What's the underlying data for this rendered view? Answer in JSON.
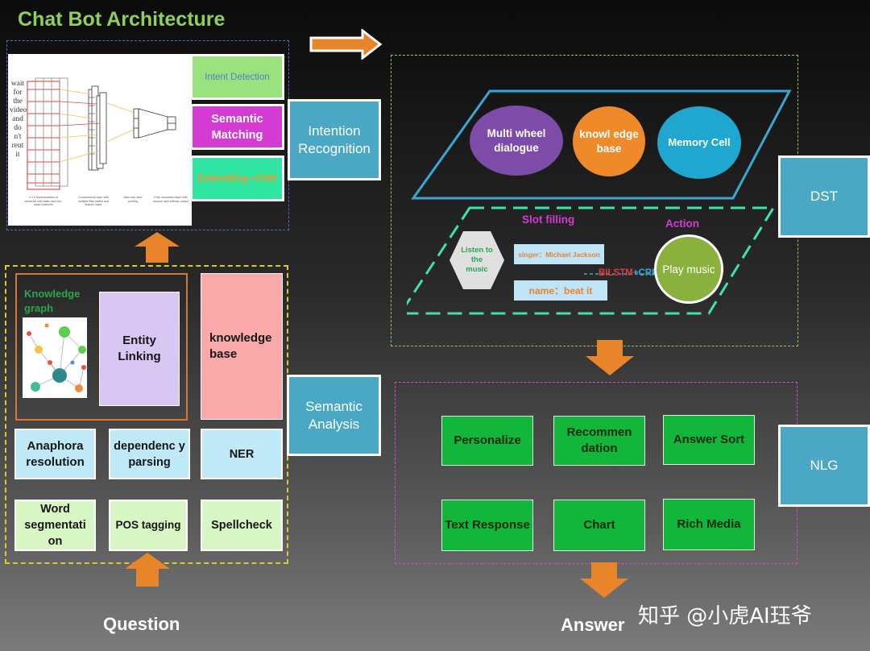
{
  "title": "Chat Bot Architecture",
  "intention": {
    "cnn_figure": {
      "words": [
        "wait",
        "for",
        "the",
        "video",
        "and",
        "do",
        "n't",
        "rent",
        "it"
      ],
      "captions": [
        "n x k representation of sentence with static and non-static channels",
        "Convolutional layer with multiple filter widths and feature maps",
        "Max-over-time pooling",
        "Fully connected layer with dropout and softmax output"
      ]
    },
    "intent_detection": "Intent Detection",
    "semantic_matching": "Semantic Matching",
    "embedding_cnn": "Embedding +CNN",
    "label": "Intention Recognition"
  },
  "semantic": {
    "knowledge_graph": "Knowledge graph",
    "entity_linking": "Entity Linking",
    "knowledge_base": "knowledge base",
    "anaphora": "Anaphora resolution",
    "dependency": "dependenc y parsing",
    "ner": "NER",
    "word_seg": "Word segmentati on",
    "pos": "POS tagging",
    "spellcheck": "Spellcheck",
    "label": "Semantic Analysis"
  },
  "dst": {
    "multi_wheel": "Multi wheel dialogue",
    "knowledge_base": "knowl edge base",
    "memory_cell": "Memory Cell",
    "slot_filling": "Slot filling",
    "action": "Action",
    "listen": "Listen to the music",
    "singer": "singer：Michael Jackson",
    "name": "name：beat it",
    "bilstm_a": "BILSTM",
    "bilstm_b": "+CRF",
    "play": "Play music",
    "label": "DST"
  },
  "nlg": {
    "personalize": "Personalize",
    "recommendation": "Recommen dation",
    "answer_sort": "Answer Sort",
    "text_response": "Text Response",
    "chart": "Chart",
    "rich_media": "Rich Media",
    "label": "NLG"
  },
  "question": "Question",
  "answer": "Answer",
  "watermark": "知乎 @小虎AI珏爷",
  "colors": {
    "title_green": "#8ed05a",
    "teal": "#4aa8c4",
    "nlg_green": "#12b63a",
    "arrow_orange": "#e8852a",
    "magenta": "#d33bd3",
    "purple": "#7c4ca8",
    "orange": "#ef8a2a",
    "cyan": "#1fa7cf",
    "olive": "#8ab03e"
  }
}
